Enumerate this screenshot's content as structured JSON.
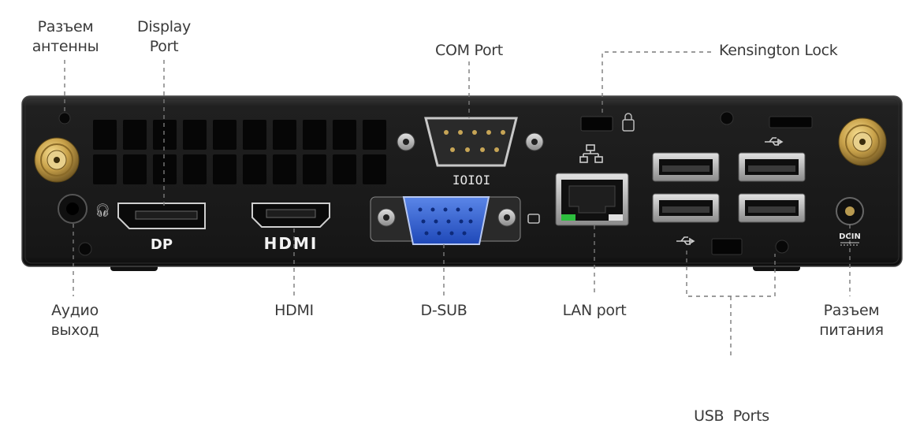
{
  "labels": {
    "antenna": [
      "Разъем",
      "антенны"
    ],
    "display_port": [
      "Display",
      "Port"
    ],
    "com_port": "COM Port",
    "kensington": "Kensington Lock",
    "audio": [
      "Аудио",
      "выход"
    ],
    "hdmi": "HDMI",
    "dsub": "D-SUB",
    "lan": "LAN port",
    "usb": "USB  Ports",
    "power": [
      "Разъем",
      "питания"
    ]
  },
  "panel_markings": {
    "dp": "DP",
    "hdmi_logo": "HDMI",
    "com": "IOIOI",
    "dcin": "DCIN"
  },
  "colors": {
    "chassis": "#1b1b1b",
    "vga_port": "#2f5fd0",
    "gold_connector": "#c9a24a",
    "label_text": "#3a3a3a",
    "leader_line": "#7a7a7a"
  }
}
